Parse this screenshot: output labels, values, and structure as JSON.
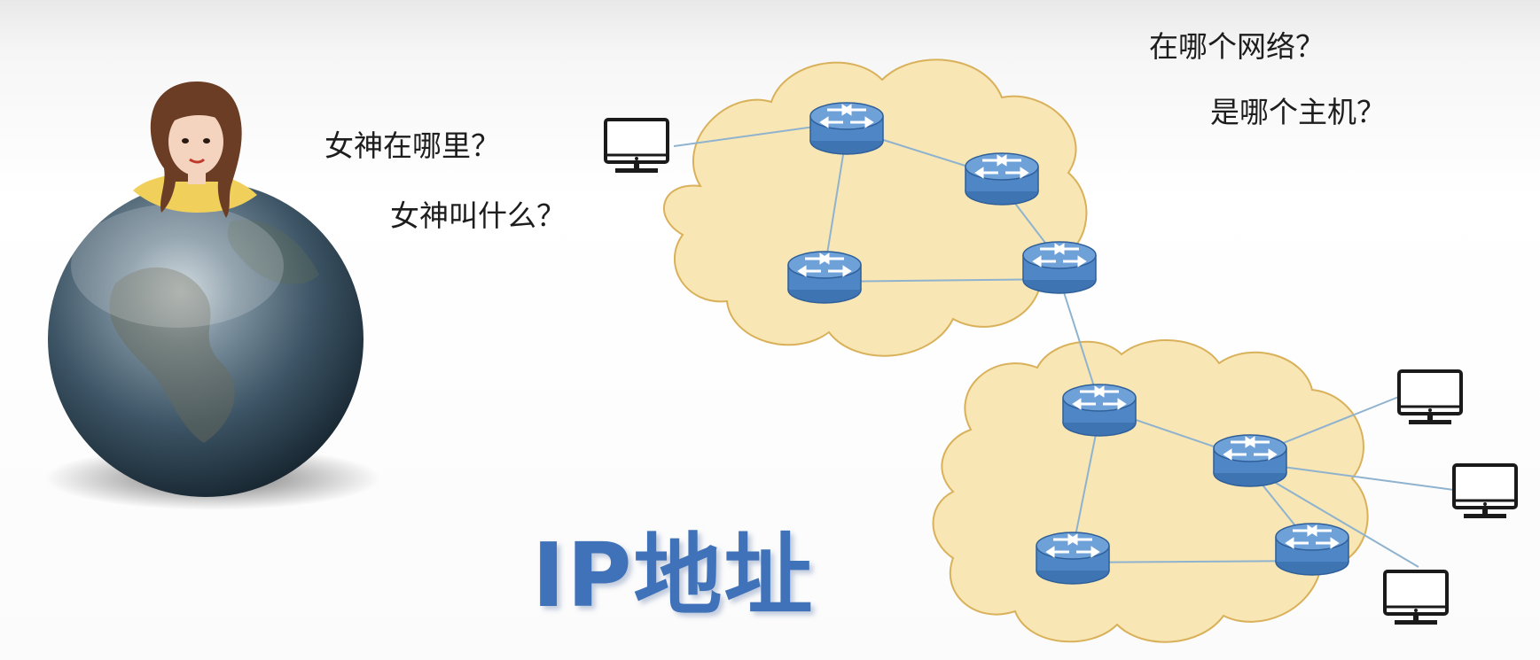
{
  "questions": {
    "where_goddess": "女神在哪里？",
    "goddess_name": "女神叫什么？",
    "which_network": "在哪个网络？",
    "which_host": "是哪个主机？"
  },
  "title": "IP地址",
  "colors": {
    "cloud_fill": "#f8e6b4",
    "cloud_stroke": "#d9b15a",
    "router_fill": "#4f86c6",
    "router_top": "#6fa1d9",
    "link": "#8fb3cf",
    "title": "#3f72b8"
  },
  "icons": [
    "router-icon",
    "computer-icon",
    "earth-globe",
    "woman-avatar"
  ]
}
